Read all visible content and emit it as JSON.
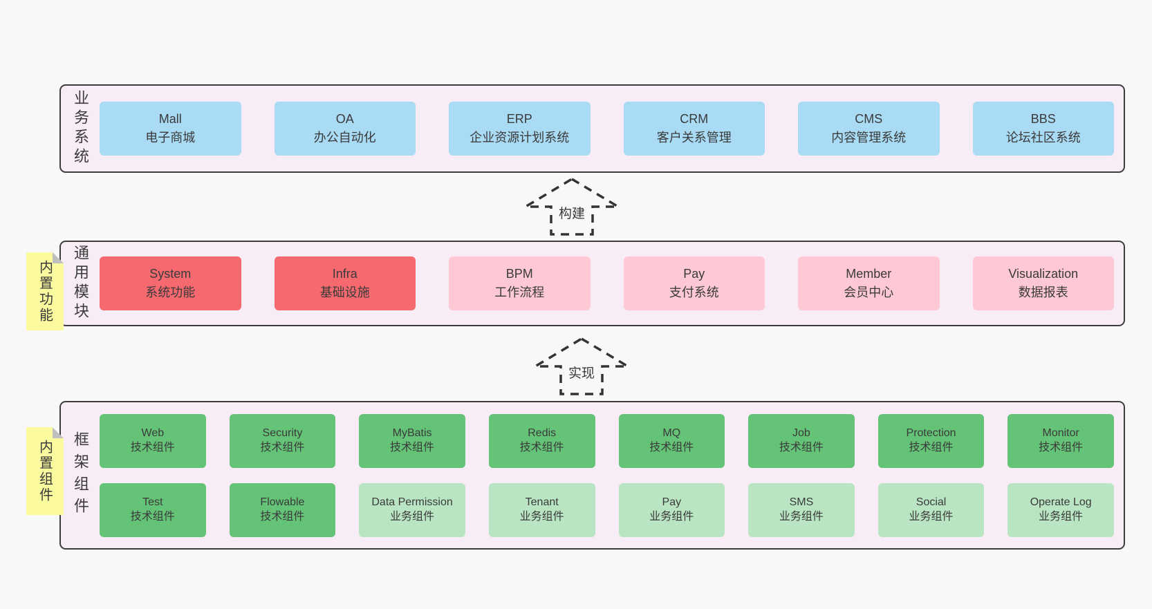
{
  "colors": {
    "page_bg": "#f8f8f8",
    "band_bg": "#f8edf6",
    "border": "#3c3c3c",
    "ink": "#3a3a3a",
    "blue": "#a9dbf5",
    "red": "#f5696f",
    "pink": "#fec9d4",
    "green": "#64c377",
    "lightgreen": "#b9e5c2",
    "sticky": "#fbfa9e",
    "fold": "#bfbfbf"
  },
  "diagram": {
    "arrows": [
      {
        "label": "构建"
      },
      {
        "label": "实现"
      }
    ],
    "bands": [
      {
        "side_label": "业务系统",
        "sticky": null,
        "rows": [
          [
            {
              "title": "Mall",
              "subtitle": "电子商城",
              "variant": "blue"
            },
            {
              "title": "OA",
              "subtitle": "办公自动化",
              "variant": "blue"
            },
            {
              "title": "ERP",
              "subtitle": "企业资源计划系统",
              "variant": "blue"
            },
            {
              "title": "CRM",
              "subtitle": "客户关系管理",
              "variant": "blue"
            },
            {
              "title": "CMS",
              "subtitle": "内容管理系统",
              "variant": "blue"
            },
            {
              "title": "BBS",
              "subtitle": "论坛社区系统",
              "variant": "blue"
            }
          ]
        ]
      },
      {
        "side_label": "通用模块",
        "sticky": "内置功能",
        "rows": [
          [
            {
              "title": "System",
              "subtitle": "系统功能",
              "variant": "red"
            },
            {
              "title": "Infra",
              "subtitle": "基础设施",
              "variant": "red"
            },
            {
              "title": "BPM",
              "subtitle": "工作流程",
              "variant": "pink"
            },
            {
              "title": "Pay",
              "subtitle": "支付系统",
              "variant": "pink"
            },
            {
              "title": "Member",
              "subtitle": "会员中心",
              "variant": "pink"
            },
            {
              "title": "Visualization",
              "subtitle": "数据报表",
              "variant": "pink"
            }
          ]
        ]
      },
      {
        "side_label": "框架组件",
        "sticky": "内置组件",
        "rows": [
          [
            {
              "title": "Web",
              "subtitle": "技术组件",
              "variant": "green"
            },
            {
              "title": "Security",
              "subtitle": "技术组件",
              "variant": "green"
            },
            {
              "title": "MyBatis",
              "subtitle": "技术组件",
              "variant": "green"
            },
            {
              "title": "Redis",
              "subtitle": "技术组件",
              "variant": "green"
            },
            {
              "title": "MQ",
              "subtitle": "技术组件",
              "variant": "green"
            },
            {
              "title": "Job",
              "subtitle": "技术组件",
              "variant": "green"
            },
            {
              "title": "Protection",
              "subtitle": "技术组件",
              "variant": "green"
            },
            {
              "title": "Monitor",
              "subtitle": "技术组件",
              "variant": "green"
            }
          ],
          [
            {
              "title": "Test",
              "subtitle": "技术组件",
              "variant": "green"
            },
            {
              "title": "Flowable",
              "subtitle": "技术组件",
              "variant": "green"
            },
            {
              "title": "Data Permission",
              "subtitle": "业务组件",
              "variant": "lightgreen"
            },
            {
              "title": "Tenant",
              "subtitle": "业务组件",
              "variant": "lightgreen"
            },
            {
              "title": "Pay",
              "subtitle": "业务组件",
              "variant": "lightgreen"
            },
            {
              "title": "SMS",
              "subtitle": "业务组件",
              "variant": "lightgreen"
            },
            {
              "title": "Social",
              "subtitle": "业务组件",
              "variant": "lightgreen"
            },
            {
              "title": "Operate Log",
              "subtitle": "业务组件",
              "variant": "lightgreen"
            }
          ]
        ]
      }
    ]
  }
}
